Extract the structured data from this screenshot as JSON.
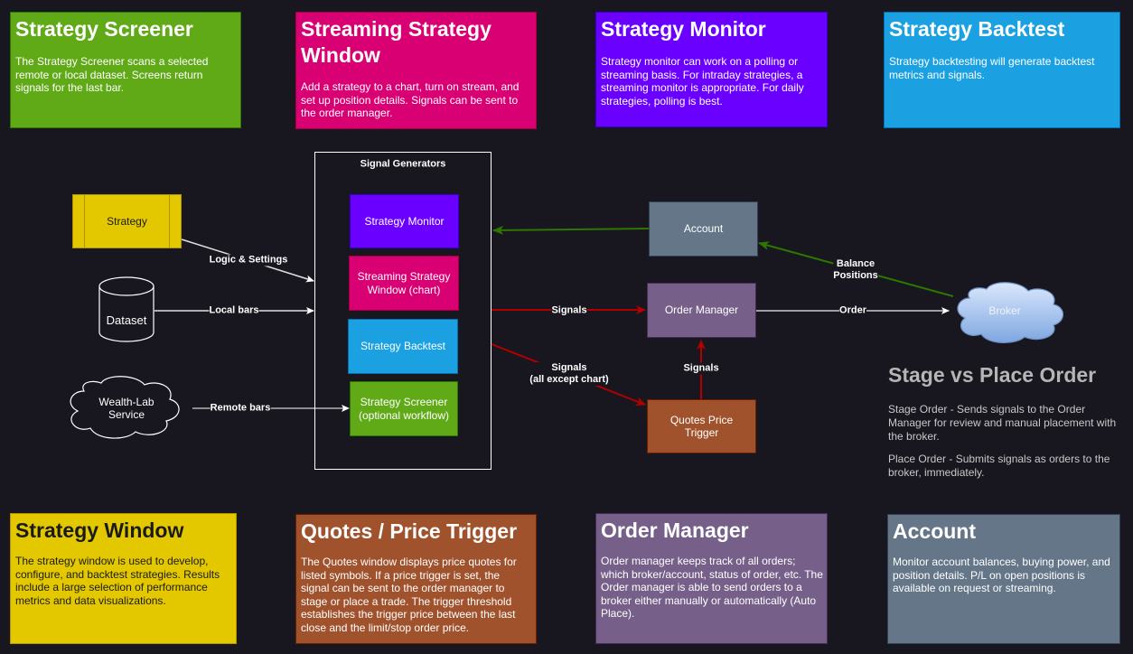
{
  "colors": {
    "background": "#18161f",
    "green": "#60a917",
    "magenta": "#d80073",
    "violet": "#6a00ff",
    "blue": "#1ba1e2",
    "yellow": "#e3c800",
    "brown": "#a0522d",
    "purple": "#76608a",
    "slate": "#647687",
    "signal_red": "#b20000",
    "feedback_green": "#2d7600"
  },
  "top_cards": [
    {
      "title": "Strategy Screener",
      "desc": "The Strategy Screener scans a selected remote or local dataset.  Screens return signals for the last bar."
    },
    {
      "title": "Streaming Strategy Window",
      "desc": "Add a strategy to a chart, turn on stream, and set up position details.  Signals can be sent to the order manager."
    },
    {
      "title": "Strategy Monitor",
      "desc": "Strategy monitor can work on a polling or streaming basis.  For intraday strategies, a streaming monitor is appropriate.  For daily strategies, polling is best."
    },
    {
      "title": "Strategy Backtest",
      "desc": "Strategy backtesting will generate backtest metrics and signals."
    }
  ],
  "bottom_cards": [
    {
      "title": "Strategy Window",
      "desc": "The strategy window is used to develop, configure, and backtest strategies.  Results include a large selection of performance metrics and data visualizations."
    },
    {
      "title": "Quotes / Price Trigger",
      "desc": "The Quotes window displays price quotes for listed symbols.  If a price trigger is set, the signal can be sent to the order manager to stage or place a trade.  The trigger threshold establishes the trigger price between the last close and the limit/stop order price."
    },
    {
      "title": "Order Manager",
      "desc": "Order manager keeps track of all orders; which broker/account, status of order, etc.  The Order manager is able to send orders to a broker either manually or automatically (Auto Place)."
    },
    {
      "title": "Account",
      "desc": "Monitor account balances, buying power, and position details.  P/L on open positions is available on request or streaming."
    }
  ],
  "diagram": {
    "group_title": "Signal Generators",
    "nodes": {
      "strategy": "Strategy",
      "dataset": "Dataset",
      "wealthlab": "Wealth-Lab Service",
      "gen_monitor": "Strategy Monitor",
      "gen_streaming": "Streaming Strategy Window (chart)",
      "gen_backtest": "Strategy Backtest",
      "gen_screener": "Strategy Screener (optional workflow)",
      "account": "Account",
      "order_manager": "Order Manager",
      "quotes": "Quotes Price Trigger",
      "broker": "Broker"
    },
    "edges": {
      "logic_settings": "Logic & Settings",
      "local_bars": "Local bars",
      "remote_bars": "Remote bars",
      "signals_to_om": "Signals",
      "signals_to_quotes_1": "Signals",
      "signals_to_quotes_2": "(all except chart)",
      "quotes_to_om": "Signals",
      "order": "Order",
      "balance": "Balance",
      "positions": "Positions"
    }
  },
  "stage_vs_place": {
    "title": "Stage vs Place Order",
    "stage": "Stage Order - Sends signals to the Order Manager for review and manual placement with the broker.",
    "place": "Place Order - Submits signals as orders to the broker, immediately."
  }
}
